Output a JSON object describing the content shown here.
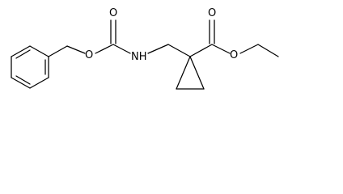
{
  "molecule": {
    "atoms": {
      "carbamate_carbonyl_oxygen": "O",
      "carbamate_ester_oxygen": "O",
      "amine_nitrogen": "NH",
      "ester_carbonyl_oxygen": "O",
      "ester_ether_oxygen": "O"
    },
    "colors": {
      "bond": "#000000",
      "label": "#000000",
      "background": "#ffffff"
    }
  }
}
